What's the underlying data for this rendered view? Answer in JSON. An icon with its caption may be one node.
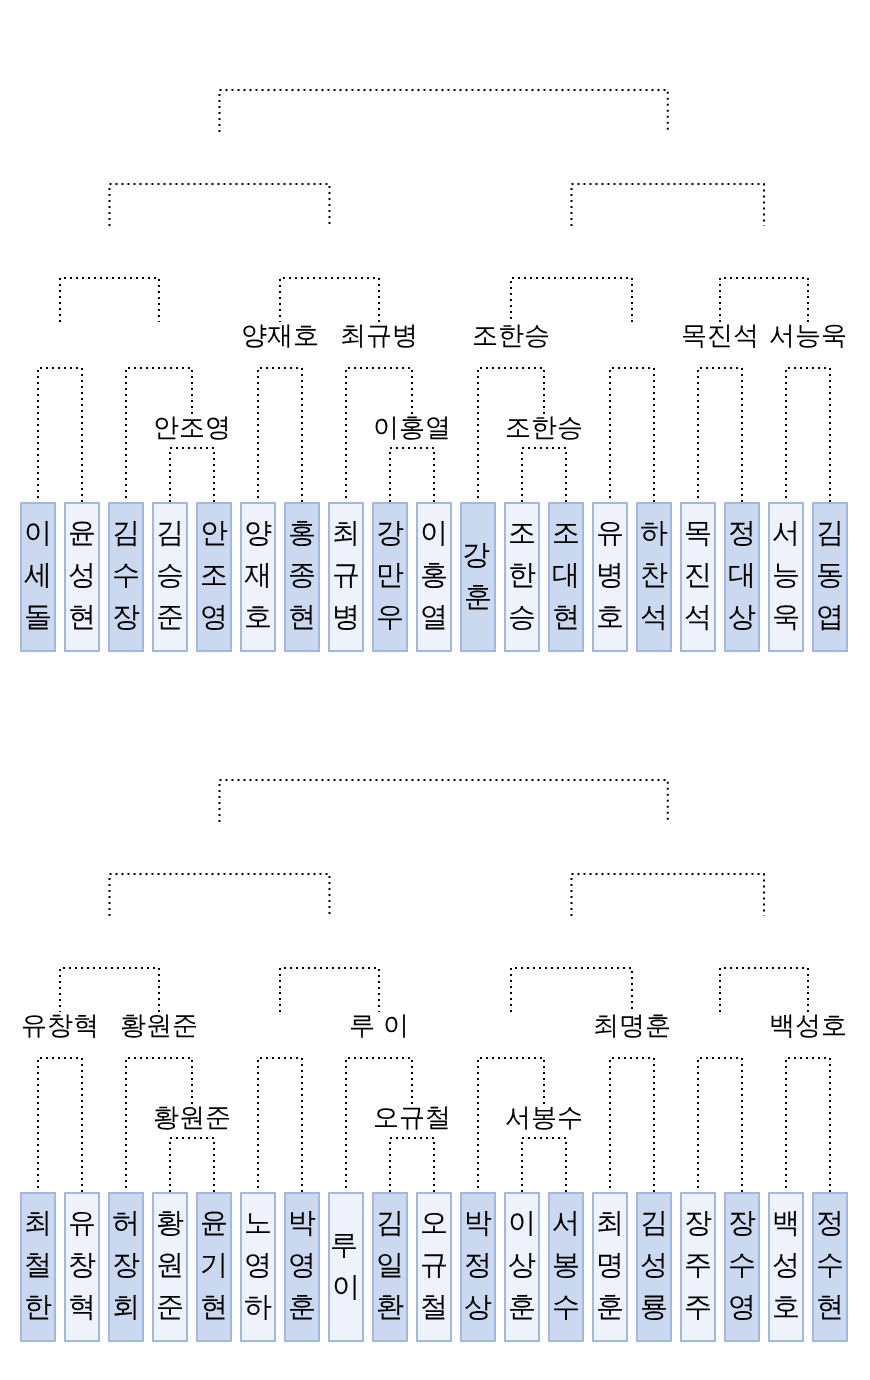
{
  "diagram": {
    "nodes": [
      {
        "text": [
          "양재호"
        ]
      },
      {
        "text": [
          "최규병"
        ]
      },
      {
        "text": [
          "조한승"
        ]
      },
      {
        "text": [
          "목진석"
        ]
      },
      {
        "text": [
          "서능욱"
        ]
      },
      {
        "text": [
          "안조영"
        ]
      },
      {
        "text": [
          "이홍열"
        ]
      },
      {
        "text": [
          "조한승"
        ]
      },
      {
        "text": [
          "이세돌"
        ]
      },
      {
        "text": [
          "윤성현"
        ]
      },
      {
        "text": [
          "김수장"
        ]
      },
      {
        "text": [
          "김승준"
        ]
      },
      {
        "text": [
          "안조영"
        ]
      },
      {
        "text": [
          "양재호"
        ]
      },
      {
        "text": [
          "홍종현"
        ]
      },
      {
        "text": [
          "최규병"
        ]
      },
      {
        "text": [
          "강만우"
        ]
      },
      {
        "text": [
          "이홍열"
        ]
      },
      {
        "text": [
          "강 훈"
        ]
      },
      {
        "text": [
          "조한승"
        ]
      },
      {
        "text": [
          "조대현"
        ]
      },
      {
        "text": [
          "유병호"
        ]
      },
      {
        "text": [
          "하찬석"
        ]
      },
      {
        "text": [
          "목진석"
        ]
      },
      {
        "text": [
          "정대상"
        ]
      },
      {
        "text": [
          "서능욱"
        ]
      },
      {
        "text": [
          "김동엽"
        ]
      },
      {
        "text": [
          "유창혁"
        ]
      },
      {
        "text": [
          "황원준"
        ]
      },
      {
        "text": [
          "루 이"
        ]
      },
      {
        "text": [
          "최명훈"
        ]
      },
      {
        "text": [
          "백성호"
        ]
      },
      {
        "text": [
          "황원준"
        ]
      },
      {
        "text": [
          "오규철"
        ]
      },
      {
        "text": [
          "서봉수"
        ]
      },
      {
        "text": [
          "최철한"
        ]
      },
      {
        "text": [
          "유창혁"
        ]
      },
      {
        "text": [
          "허장회"
        ]
      },
      {
        "text": [
          "황원준"
        ]
      },
      {
        "text": [
          "윤기현"
        ]
      },
      {
        "text": [
          "노영하"
        ]
      },
      {
        "text": [
          "박영훈"
        ]
      },
      {
        "text": [
          "루 이"
        ]
      },
      {
        "text": [
          "김일환"
        ]
      },
      {
        "text": [
          "오규철"
        ]
      },
      {
        "text": [
          "박정상"
        ]
      },
      {
        "text": [
          "이상훈"
        ]
      },
      {
        "text": [
          "서봉수"
        ]
      },
      {
        "text": [
          "최명훈"
        ]
      },
      {
        "text": [
          "김성룡"
        ]
      },
      {
        "text": [
          "장주주"
        ]
      },
      {
        "text": [
          "장수영"
        ]
      },
      {
        "text": [
          "백성호"
        ]
      },
      {
        "text": [
          "정수현"
        ]
      }
    ],
    "edges": [
      {
        "from": 11,
        "to": 12,
        "arrow": "none",
        "style": "dashed"
      },
      {
        "from": 16,
        "to": 17,
        "arrow": "none",
        "style": "dashed"
      },
      {
        "from": 19,
        "to": 20,
        "arrow": "none",
        "style": "dashed"
      },
      {
        "from": 8,
        "to": 9,
        "arrow": "none",
        "style": "dashed"
      },
      {
        "from": 10,
        "to": 5,
        "arrow": "none",
        "style": "dashed"
      },
      {
        "from": 13,
        "to": 14,
        "arrow": "none",
        "style": "dashed"
      },
      {
        "from": 15,
        "to": 6,
        "arrow": "none",
        "style": "dashed"
      },
      {
        "from": 18,
        "to": 7,
        "arrow": "none",
        "style": "dashed"
      },
      {
        "from": 21,
        "to": 22,
        "arrow": "none",
        "style": "dashed"
      },
      {
        "from": 23,
        "to": 24,
        "arrow": "none",
        "style": "dashed"
      },
      {
        "from": 25,
        "to": 26,
        "arrow": "none",
        "style": "dashed"
      },
      {
        "from": 0,
        "to": 1,
        "arrow": "none",
        "style": "dashed"
      },
      {
        "from": 2,
        "to": null,
        "arrow": "none",
        "style": "dashed"
      },
      {
        "from": 3,
        "to": 4,
        "arrow": "none",
        "style": "dashed"
      },
      {
        "from": 38,
        "to": 39,
        "arrow": "none",
        "style": "dashed"
      },
      {
        "from": 43,
        "to": 44,
        "arrow": "none",
        "style": "dashed"
      },
      {
        "from": 46,
        "to": 47,
        "arrow": "none",
        "style": "dashed"
      },
      {
        "from": 35,
        "to": 36,
        "arrow": "none",
        "style": "dashed"
      },
      {
        "from": 37,
        "to": 32,
        "arrow": "none",
        "style": "dashed"
      },
      {
        "from": 40,
        "to": 41,
        "arrow": "none",
        "style": "dashed"
      },
      {
        "from": 42,
        "to": 33,
        "arrow": "none",
        "style": "dashed"
      },
      {
        "from": 45,
        "to": 34,
        "arrow": "none",
        "style": "dashed"
      },
      {
        "from": 48,
        "to": 49,
        "arrow": "none",
        "style": "dashed"
      },
      {
        "from": 50,
        "to": 51,
        "arrow": "none",
        "style": "dashed"
      },
      {
        "from": 52,
        "to": 53,
        "arrow": "none",
        "style": "dashed"
      },
      {
        "from": 27,
        "to": 28,
        "arrow": "none",
        "style": "dashed"
      },
      {
        "from": 29,
        "to": null,
        "arrow": "none",
        "style": "dashed"
      },
      {
        "from": 30,
        "to": null,
        "arrow": "none",
        "style": "dashed"
      },
      {
        "from": 31,
        "to": null,
        "arrow": "none",
        "style": "dashed"
      }
    ]
  }
}
